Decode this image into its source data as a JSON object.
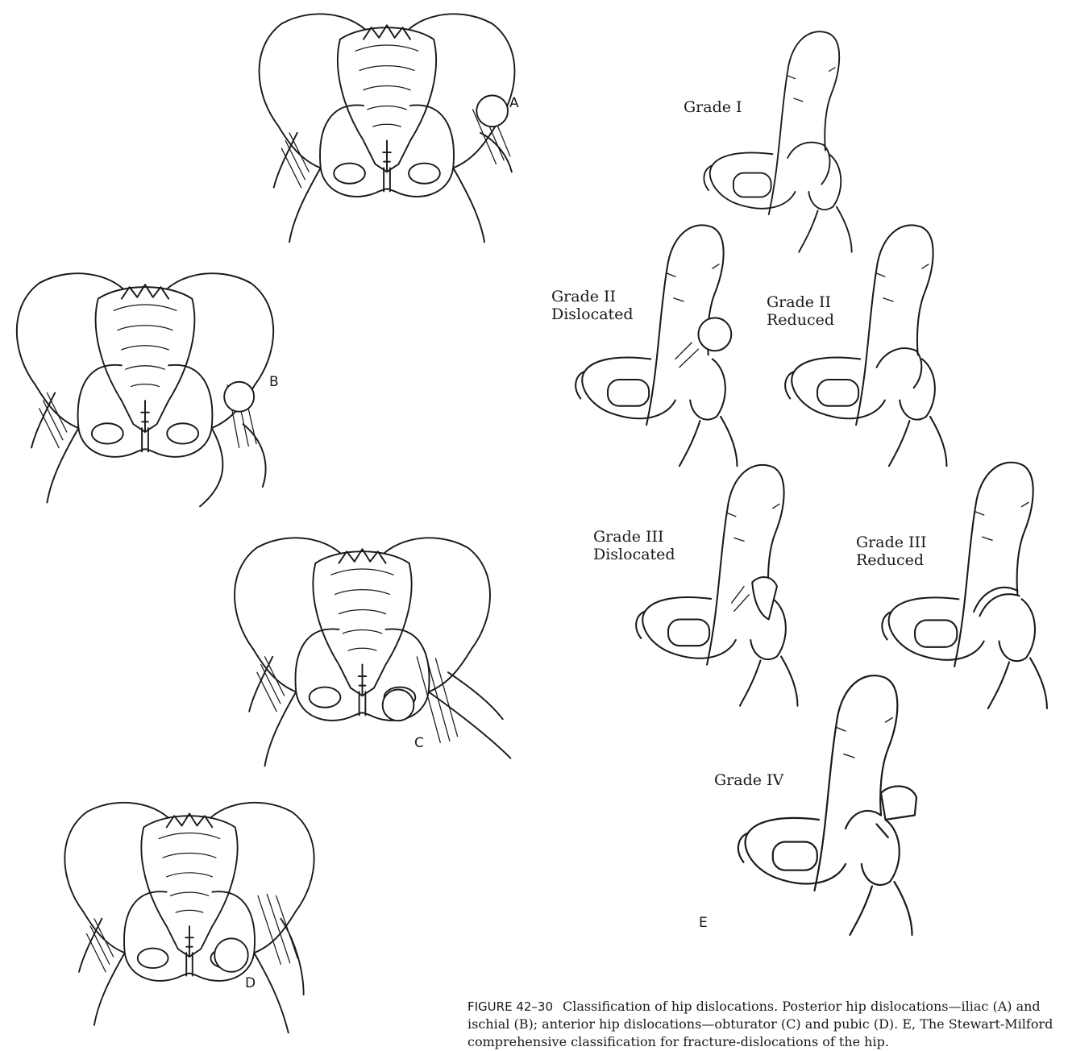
{
  "panels": {
    "a": {
      "label": "A"
    },
    "b": {
      "label": "B"
    },
    "c": {
      "label": "C"
    },
    "d": {
      "label": "D"
    },
    "e": {
      "label": "E"
    }
  },
  "grades": {
    "g1": {
      "line1": "Grade I",
      "line2": ""
    },
    "g2d": {
      "line1": "Grade II",
      "line2": "Dislocated"
    },
    "g2r": {
      "line1": "Grade II",
      "line2": "Reduced"
    },
    "g3d": {
      "line1": "Grade III",
      "line2": "Dislocated"
    },
    "g3r": {
      "line1": "Grade III",
      "line2": "Reduced"
    },
    "g4": {
      "line1": "Grade IV",
      "line2": ""
    }
  },
  "caption": {
    "figure_number": "FIGURE 42–30",
    "text": "Classification of hip dislocations. Posterior hip dislocations—iliac (A) and ischial (B); anterior hip dislocations—obturator (C) and pubic (D). E, The Stewart-Milford comprehensive classification for fracture-dislocations of the hip."
  }
}
